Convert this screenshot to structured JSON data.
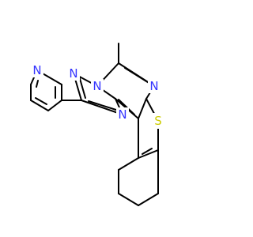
{
  "molecule": {
    "description_free": true,
    "colors": {
      "bond": "#000000",
      "C": "#000000",
      "N": "#3333ff",
      "S": "#cccc00"
    },
    "atoms": [
      {
        "id": "n_py",
        "element": "N",
        "label": "N"
      },
      {
        "id": "n_tz2",
        "element": "N",
        "label": "N"
      },
      {
        "id": "n_tz1",
        "element": "N",
        "label": "N"
      },
      {
        "id": "n_tz4",
        "element": "N",
        "label": "N"
      },
      {
        "id": "n_pm",
        "element": "N",
        "label": "N"
      },
      {
        "id": "s_th",
        "element": "S",
        "label": "S"
      },
      {
        "id": "c_methyl",
        "element": "C",
        "label": ""
      }
    ]
  }
}
